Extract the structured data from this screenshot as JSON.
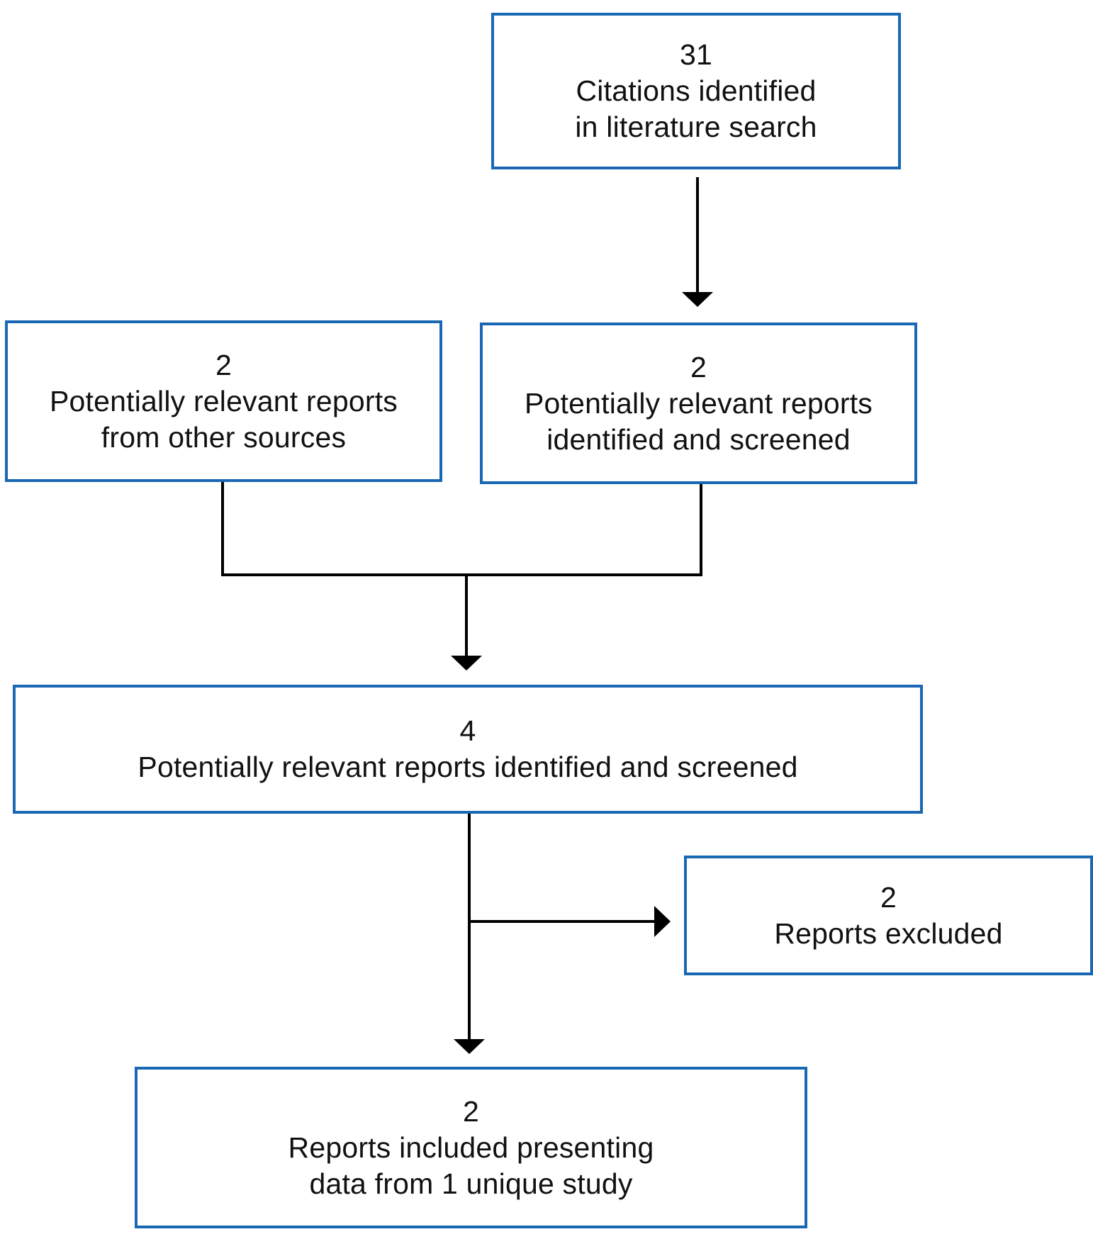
{
  "boxes": {
    "citations": {
      "count": "31",
      "lines": [
        "Citations identified",
        "in literature search"
      ]
    },
    "other_sources": {
      "count": "2",
      "lines": [
        "Potentially relevant reports",
        "from other sources"
      ]
    },
    "screened": {
      "count": "2",
      "lines": [
        "Potentially relevant reports",
        "identified and screened"
      ]
    },
    "combined": {
      "count": "4",
      "lines": [
        "Potentially relevant reports identified and screened"
      ]
    },
    "excluded": {
      "count": "2",
      "lines": [
        "Reports excluded"
      ]
    },
    "included": {
      "count": "2",
      "lines": [
        "Reports included presenting",
        "data from 1 unique study"
      ]
    }
  },
  "colors": {
    "box_border": "#1a68b3",
    "connector": "#000000"
  }
}
